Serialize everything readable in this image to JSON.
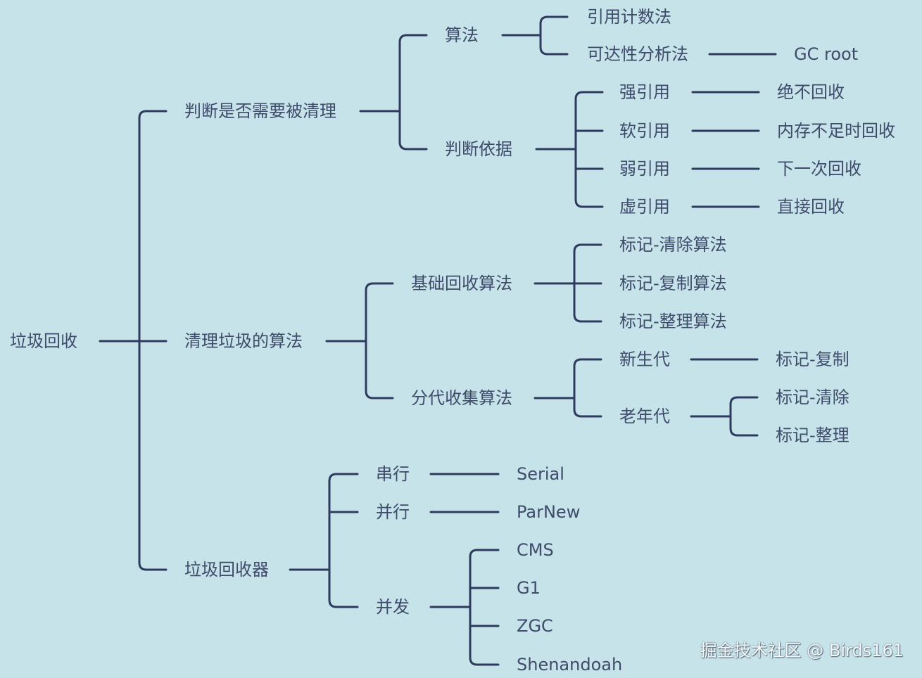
{
  "root": "垃圾回收",
  "judge": {
    "label": "判断是否需要被清理",
    "algo": {
      "label": "算法",
      "ref_count": "引用计数法",
      "reachability": "可达性分析法",
      "gc_root": "GC root"
    },
    "basis": {
      "label": "判断依据",
      "refs": [
        {
          "ref": "强引用",
          "result": "绝不回收"
        },
        {
          "ref": "软引用",
          "result": "内存不足时回收"
        },
        {
          "ref": "弱引用",
          "result": "下一次回收"
        },
        {
          "ref": "虚引用",
          "result": "直接回收"
        }
      ]
    }
  },
  "algorithms": {
    "label": "清理垃圾的算法",
    "basic": {
      "label": "基础回收算法",
      "items": [
        "标记-清除算法",
        "标记-复制算法",
        "标记-整理算法"
      ]
    },
    "generational": {
      "label": "分代收集算法",
      "young": {
        "label": "新生代",
        "algo": "标记-复制"
      },
      "old": {
        "label": "老年代",
        "algos": [
          "标记-清除",
          "标记-整理"
        ]
      }
    }
  },
  "collectors": {
    "label": "垃圾回收器",
    "serial": {
      "label": "串行",
      "name": "Serial"
    },
    "parallel": {
      "label": "并行",
      "name": "ParNew"
    },
    "concurrent": {
      "label": "并发",
      "names": [
        "CMS",
        "G1",
        "ZGC",
        "Shenandoah"
      ]
    }
  },
  "watermark": "掘金技术社区 @ Birds161",
  "colors": {
    "background": "#c6e3ea",
    "line": "#2e3a5e",
    "text": "#3f4b6a"
  }
}
